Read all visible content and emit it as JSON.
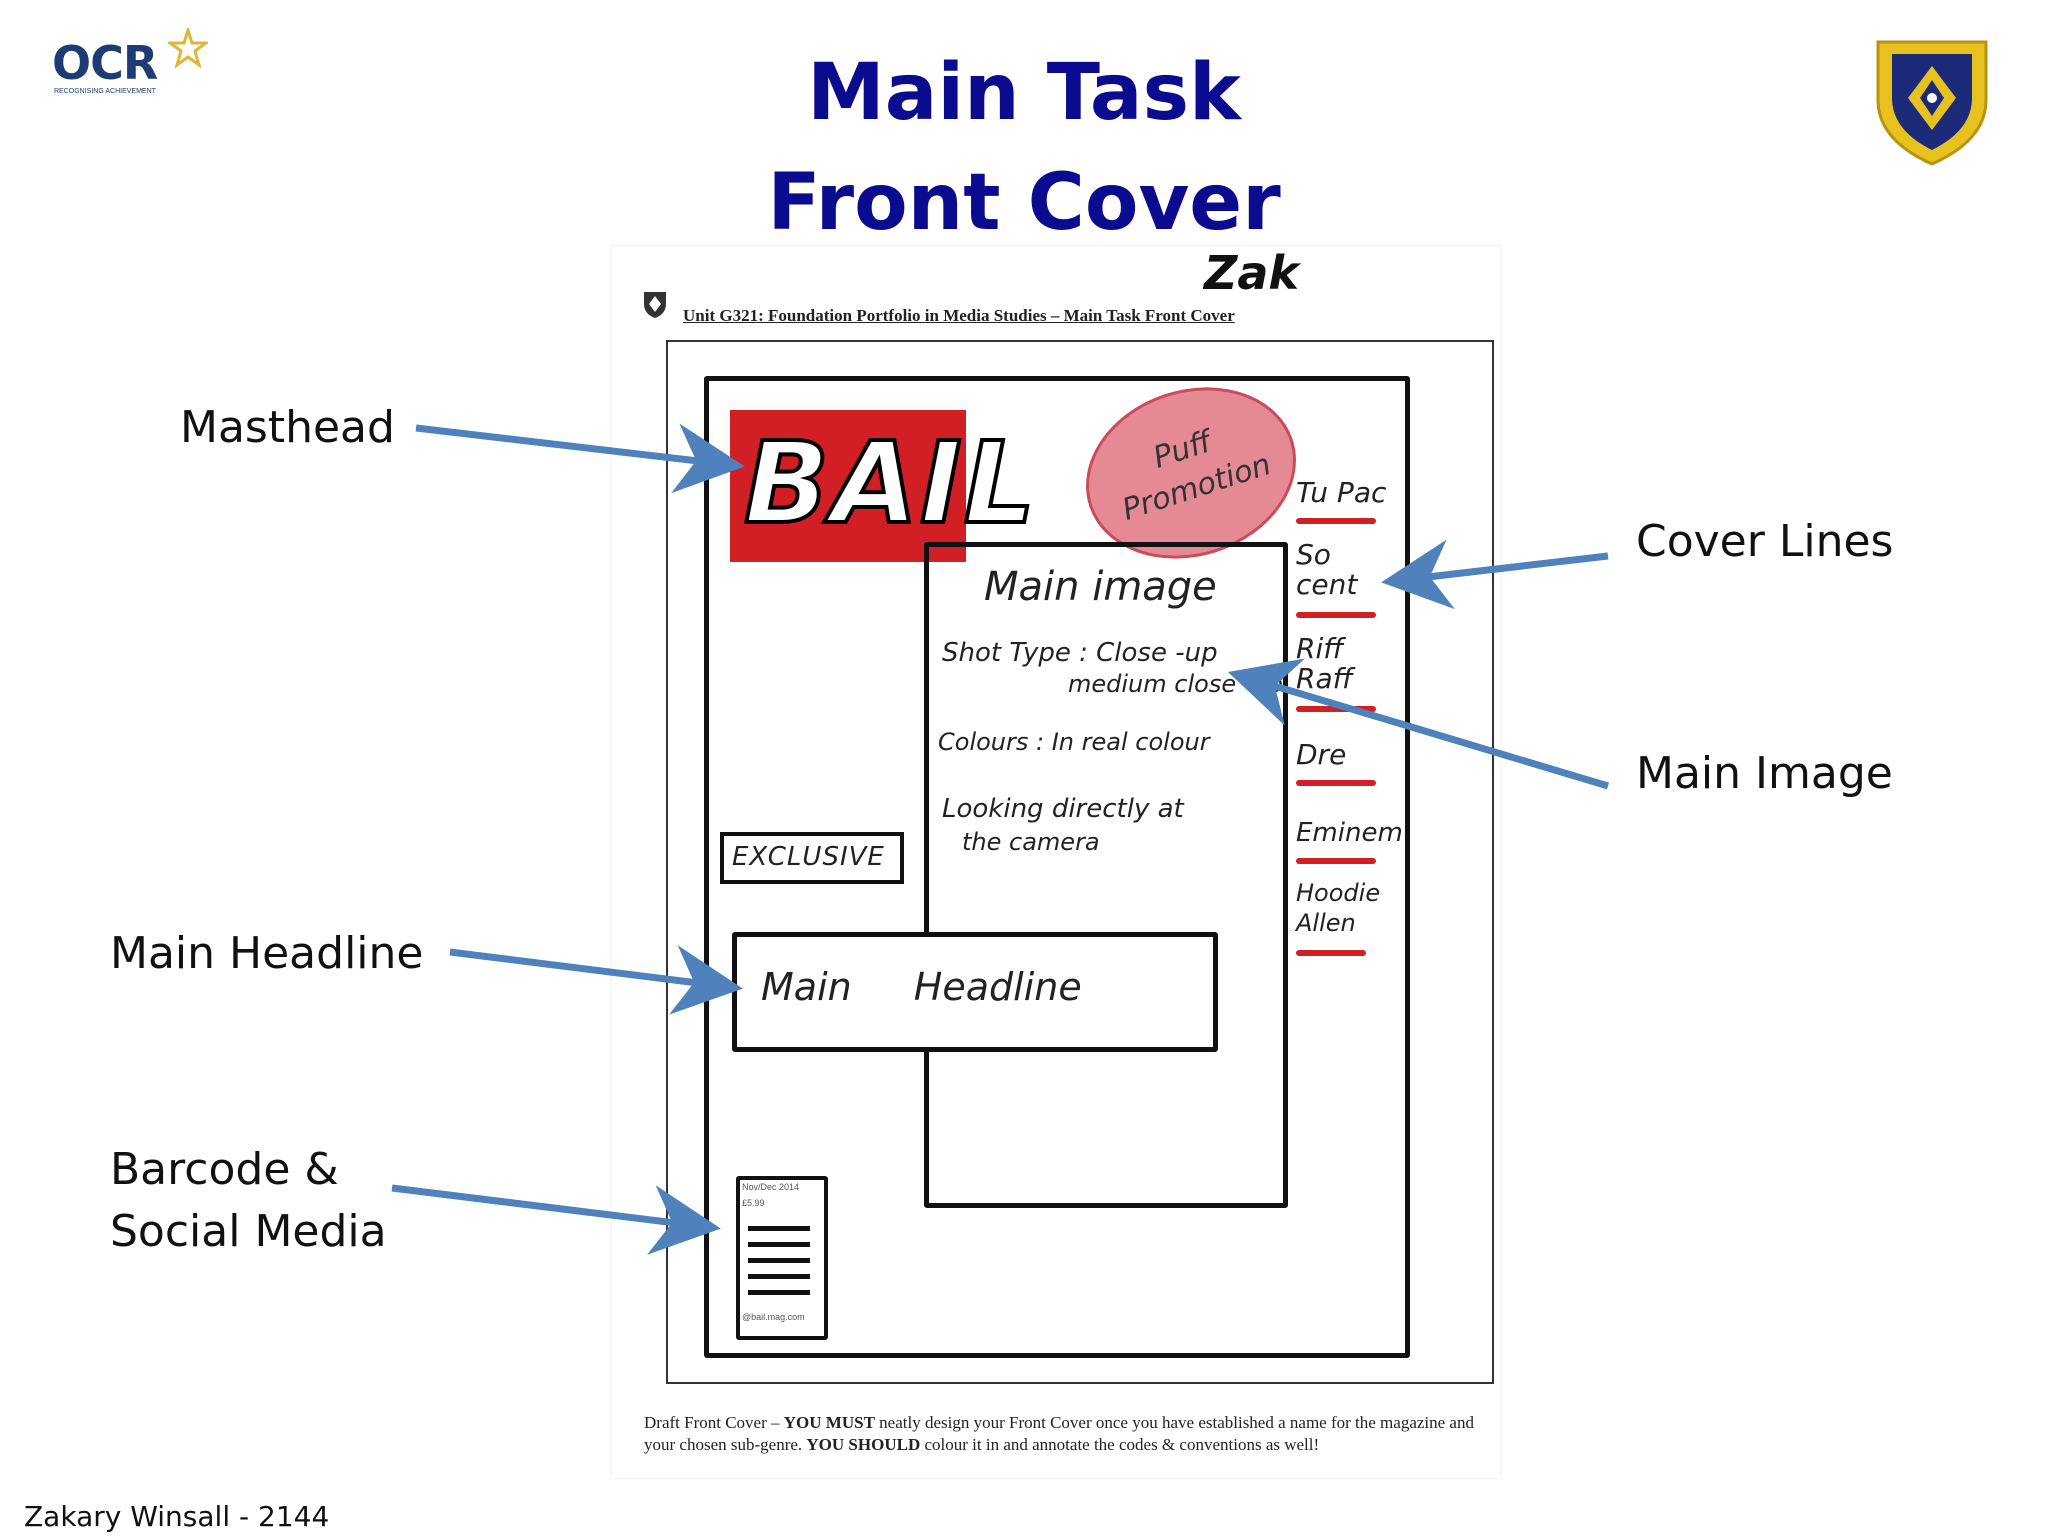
{
  "logos": {
    "ocr": {
      "text": "OCR",
      "tagline": "RECOGNISING ACHIEVEMENT",
      "icon": "star-icon"
    },
    "crest": {
      "icon": "school-crest-icon"
    }
  },
  "header": {
    "title_line1": "Main Task",
    "title_line2": "Front Cover"
  },
  "sheet": {
    "author": "Zak",
    "unit_title": "Unit G321: Foundation Portfolio in Media Studies – Main Task Front Cover",
    "masthead": "BAIL",
    "puff": "Puff Promotion",
    "main_image": {
      "title": "Main image",
      "shot_type": "Shot Type : Close -up",
      "shot_type2": "medium close -up",
      "colours": "Colours : In real colour",
      "looking": "Looking directly at",
      "looking2": "the camera"
    },
    "exclusive": "EXCLUSIVE",
    "headline": "Main Headline",
    "cover_lines": [
      "Tu Pac",
      "So cent",
      "Riff Raff",
      "Dre",
      "Eminem",
      "Hoodie Allen"
    ],
    "barcode": {
      "top": "Nov/Dec 2014",
      "price": "£5.99",
      "url": "@bail.mag.com"
    },
    "footer_lead": "Draft Front Cover – ",
    "footer_must": "YOU MUST",
    "footer_mid": " neatly design your Front Cover once you have established a name for the magazine and your chosen sub-genre. ",
    "footer_should": "YOU SHOULD",
    "footer_end": " colour it in and annotate the codes & conventions as well!"
  },
  "annotations": {
    "masthead": "Masthead",
    "cover_lines": "Cover Lines",
    "main_image": "Main Image",
    "main_headline": "Main Headline",
    "barcode_line1": "Barcode &",
    "barcode_line2": "Social Media"
  },
  "credit": "Zakary Winsall - 2144",
  "colors": {
    "title": "#0b0b8f",
    "arrow": "#4f81bd",
    "masthead_bg": "#d21f26",
    "puff": "#e07a86"
  }
}
